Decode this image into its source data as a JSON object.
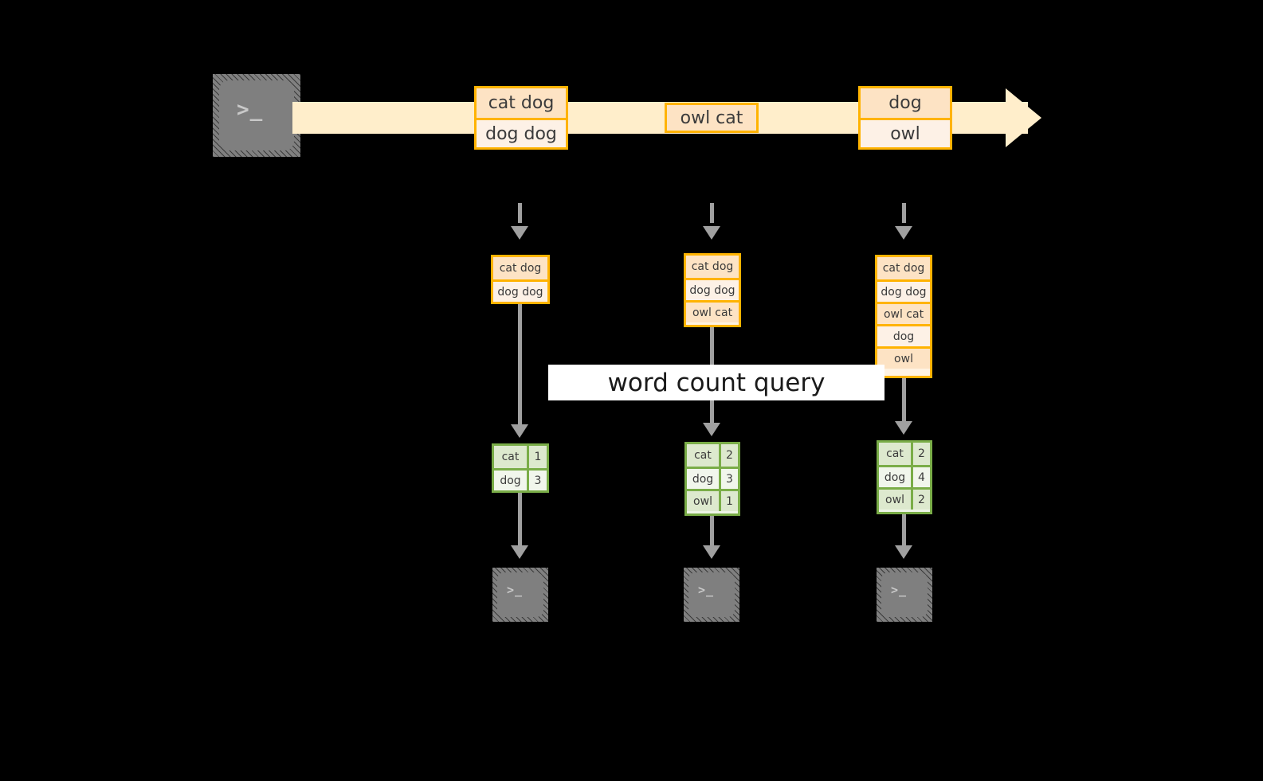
{
  "diagram": {
    "title_label": "word count query",
    "colors": {
      "background": "#000000",
      "stream_band": "#ffeecb",
      "event_border": "#ffb300",
      "event_fill_dark": "#fde3c4",
      "event_fill_light": "#fdf1e6",
      "result_border": "#7aad48",
      "result_fill_dark": "#dde9ce",
      "result_fill_light": "#f1f6ec",
      "connector": "#a0a0a0",
      "terminal_fill": "#7f7f7f",
      "query_band": "#ffffff"
    },
    "source": {
      "icon": "terminal-icon",
      "glyph": ">_"
    },
    "stream": {
      "groups": [
        {
          "name": "group-1",
          "rows": [
            "cat dog",
            "dog dog"
          ]
        },
        {
          "name": "group-2",
          "rows": [
            "owl cat"
          ]
        },
        {
          "name": "group-3",
          "rows": [
            "dog",
            "owl"
          ]
        }
      ]
    },
    "columns": [
      {
        "name": "snapshot-1",
        "input_rows": [
          "cat dog",
          "dog dog"
        ],
        "result_header": null,
        "result_rows": [
          {
            "word": "cat",
            "count": "1"
          },
          {
            "word": "dog",
            "count": "3"
          }
        ],
        "sink": {
          "icon": "terminal-icon",
          "glyph": ">_"
        }
      },
      {
        "name": "snapshot-2",
        "input_rows": [
          "cat dog",
          "dog dog",
          "owl cat"
        ],
        "result_header": null,
        "result_rows": [
          {
            "word": "cat",
            "count": "2"
          },
          {
            "word": "dog",
            "count": "3"
          },
          {
            "word": "owl",
            "count": "1"
          }
        ],
        "sink": {
          "icon": "terminal-icon",
          "glyph": ">_"
        }
      },
      {
        "name": "snapshot-3",
        "input_rows": [
          "cat dog",
          "dog dog",
          "owl cat",
          "dog",
          "owl"
        ],
        "result_header": null,
        "result_rows": [
          {
            "word": "cat",
            "count": "2"
          },
          {
            "word": "dog",
            "count": "4"
          },
          {
            "word": "owl",
            "count": "2"
          }
        ],
        "sink": {
          "icon": "terminal-icon",
          "glyph": ">_"
        }
      }
    ]
  }
}
